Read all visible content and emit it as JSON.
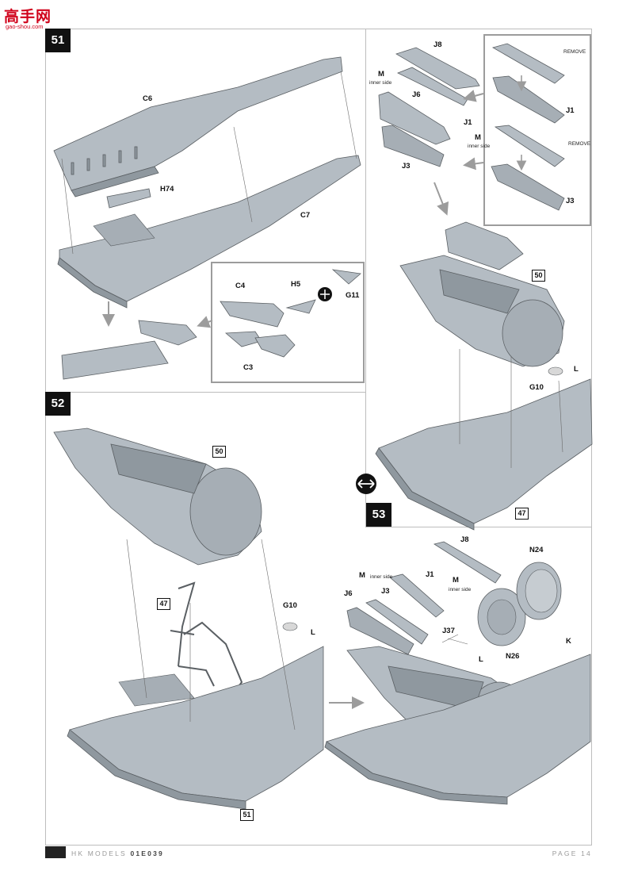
{
  "watermark": {
    "main": "高手网",
    "sub": "gao-shou.com"
  },
  "steps": [
    "51",
    "52",
    "53"
  ],
  "step51": {
    "labels": {
      "c6": "C6",
      "h74": "H74",
      "c7": "C7",
      "c4": "C4",
      "h5": "H5",
      "g11": "G11",
      "c3": "C3"
    }
  },
  "step52": {
    "refs": {
      "r50": "50",
      "r47": "47",
      "r51": "51"
    },
    "labels": {
      "g10": "G10",
      "l": "L"
    }
  },
  "step53": {
    "refs": {
      "r50": "50",
      "r47": "47"
    },
    "labels": {
      "j8": "J8",
      "j6": "J6",
      "j1": "J1",
      "j3": "J3",
      "m": "M",
      "inner_side": "inner side",
      "remove": "REMOVE",
      "g10": "G10",
      "l": "L",
      "j8b": "J8",
      "j1b": "J1",
      "j6b": "J6",
      "j3b": "J3",
      "j37": "J37",
      "n24": "N24",
      "n26": "N26",
      "k": "K"
    }
  },
  "footer": {
    "brand": "HK MODELS",
    "code": "01E039",
    "page": "PAGE 14"
  },
  "colors": {
    "part": "#b4bcc3",
    "part_shade": "#8f989f",
    "line": "#5a5f63",
    "border": "#bdbdbd",
    "accent": "#d0021b"
  }
}
